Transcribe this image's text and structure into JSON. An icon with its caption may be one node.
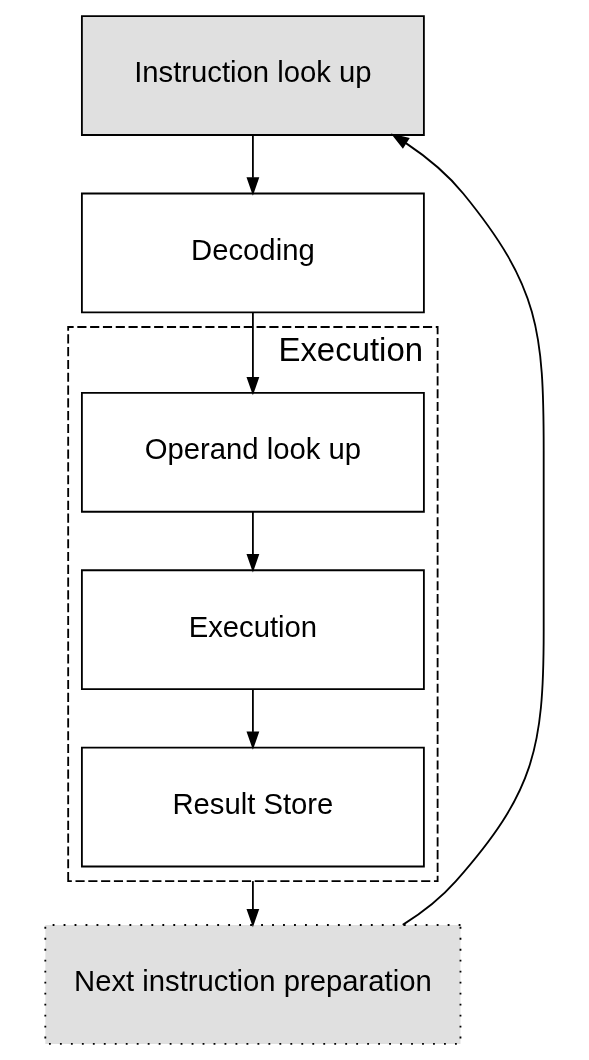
{
  "diagram": {
    "nodes": [
      {
        "text": [
          "Instruction look up"
        ]
      },
      {
        "text": [
          "Decoding"
        ]
      },
      {
        "text": [
          "Execution"
        ]
      },
      {
        "text": [
          "Operand look up"
        ],
        "in": 2
      },
      {
        "text": [
          "Execution"
        ],
        "in": 2
      },
      {
        "text": [
          "Result Store"
        ],
        "in": 2
      },
      {
        "text": [
          "Next instruction preparation"
        ]
      }
    ],
    "edges": [
      {
        "from": 0,
        "to": 1,
        "arrow": "to"
      },
      {
        "from": 1,
        "to": 3,
        "arrow": "to"
      },
      {
        "from": 3,
        "to": 4,
        "arrow": "to"
      },
      {
        "from": 4,
        "to": 5,
        "arrow": "to"
      },
      {
        "from": 2,
        "to": 6,
        "arrow": "to"
      },
      {
        "from": 6,
        "to": 0,
        "arrow": "to"
      }
    ]
  }
}
